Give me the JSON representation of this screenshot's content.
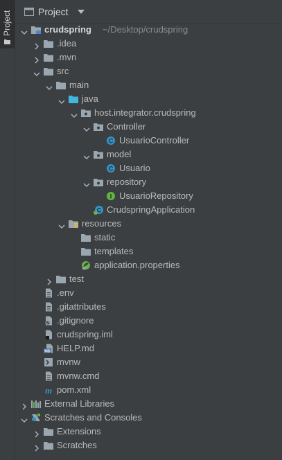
{
  "side_tab": {
    "label": "Project"
  },
  "header": {
    "title": "Project"
  },
  "tree": [
    {
      "name": "crudspring",
      "path": "~/Desktop/crudspring",
      "level": 0,
      "expanded": true,
      "icon": "module-folder-icon",
      "bold": true
    },
    {
      "name": ".idea",
      "level": 1,
      "expanded": false,
      "icon": "folder-icon"
    },
    {
      "name": ".mvn",
      "level": 1,
      "expanded": false,
      "icon": "folder-icon"
    },
    {
      "name": "src",
      "level": 1,
      "expanded": true,
      "icon": "folder-icon"
    },
    {
      "name": "main",
      "level": 2,
      "expanded": true,
      "icon": "folder-icon"
    },
    {
      "name": "java",
      "level": 3,
      "expanded": true,
      "icon": "source-folder-icon"
    },
    {
      "name": "host.integrator.crudspring",
      "level": 4,
      "expanded": true,
      "icon": "package-icon"
    },
    {
      "name": "Controller",
      "level": 5,
      "expanded": true,
      "icon": "package-icon"
    },
    {
      "name": "UsuarioController",
      "level": 6,
      "icon": "class-icon"
    },
    {
      "name": "model",
      "level": 5,
      "expanded": true,
      "icon": "package-icon"
    },
    {
      "name": "Usuario",
      "level": 6,
      "icon": "class-icon"
    },
    {
      "name": "repository",
      "level": 5,
      "expanded": true,
      "icon": "package-icon"
    },
    {
      "name": "UsuarioRepository",
      "level": 6,
      "icon": "interface-icon"
    },
    {
      "name": "CrudspringApplication",
      "level": 5,
      "icon": "spring-boot-class-icon"
    },
    {
      "name": "resources",
      "level": 3,
      "expanded": true,
      "icon": "resources-folder-icon"
    },
    {
      "name": "static",
      "level": 4,
      "icon": "folder-icon"
    },
    {
      "name": "templates",
      "level": 4,
      "icon": "folder-icon"
    },
    {
      "name": "application.properties",
      "level": 4,
      "icon": "spring-properties-icon"
    },
    {
      "name": "test",
      "level": 2,
      "expanded": false,
      "icon": "folder-icon"
    },
    {
      "name": ".env",
      "level": 1,
      "icon": "text-file-icon"
    },
    {
      "name": ".gitattributes",
      "level": 1,
      "icon": "text-file-icon"
    },
    {
      "name": ".gitignore",
      "level": 1,
      "icon": "ignore-file-icon"
    },
    {
      "name": "crudspring.iml",
      "level": 1,
      "icon": "iml-file-icon"
    },
    {
      "name": "HELP.md",
      "level": 1,
      "icon": "markdown-file-icon"
    },
    {
      "name": "mvnw",
      "level": 1,
      "icon": "shell-script-icon"
    },
    {
      "name": "mvnw.cmd",
      "level": 1,
      "icon": "text-file-icon"
    },
    {
      "name": "pom.xml",
      "level": 1,
      "icon": "maven-icon"
    },
    {
      "name": "External Libraries",
      "level": 0,
      "expanded": false,
      "icon": "libraries-icon"
    },
    {
      "name": "Scratches and Consoles",
      "level": 0,
      "expanded": true,
      "icon": "scratches-icon"
    },
    {
      "name": "Extensions",
      "level": 1,
      "expanded": false,
      "icon": "folder-icon"
    },
    {
      "name": "Scratches",
      "level": 1,
      "expanded": false,
      "icon": "folder-icon"
    }
  ],
  "colors": {
    "background": "#3c3f41",
    "folder": "#9aa7b0",
    "class": "#3592c4",
    "interface": "#62b543",
    "spring": "#6ab04c",
    "text": "#bbbbbb"
  }
}
